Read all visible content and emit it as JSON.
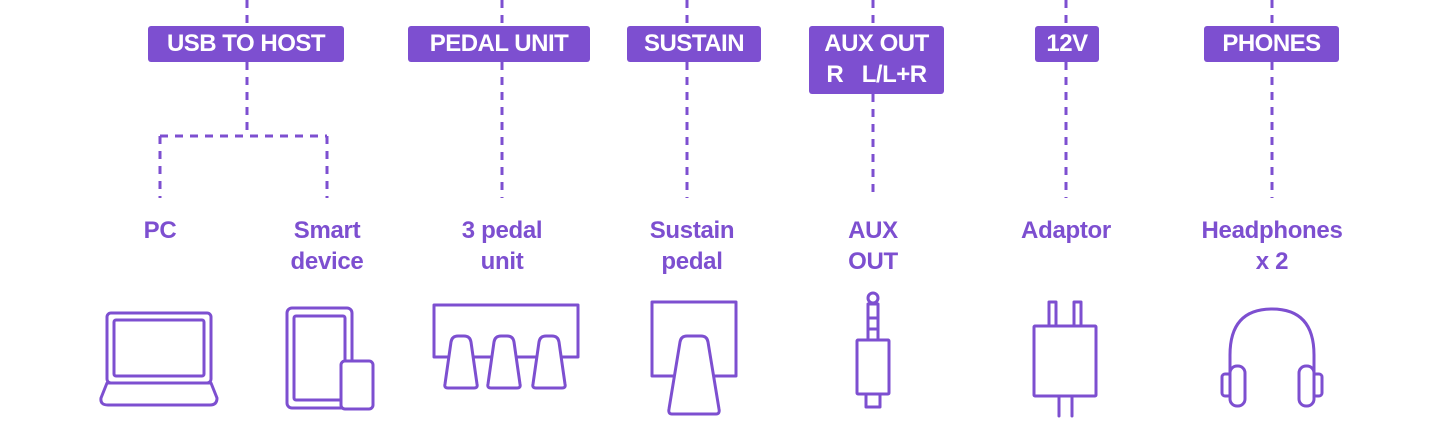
{
  "colors": {
    "accent": "#7d4fd0",
    "background": "#ffffff",
    "tag_text": "#ffffff"
  },
  "ports": {
    "usb_to_host": "USB TO HOST",
    "pedal_unit": "PEDAL UNIT",
    "sustain": "SUSTAIN",
    "aux_out_line1": "AUX OUT",
    "aux_out_line2": "R   L/L+R",
    "dc_12v": "12V",
    "phones": "PHONES"
  },
  "devices": {
    "pc": "PC",
    "smart_device_line1": "Smart",
    "smart_device_line2": "device",
    "pedal_unit_line1": "3 pedal",
    "pedal_unit_line2": "unit",
    "sustain_line1": "Sustain",
    "sustain_line2": "pedal",
    "aux_line1": "AUX",
    "aux_line2": "OUT",
    "adaptor": "Adaptor",
    "headphones_line1": "Headphones",
    "headphones_line2": "x 2"
  },
  "icons": {
    "pc": "laptop-icon",
    "smart_device": "tablet-phone-icon",
    "pedal_unit": "three-pedal-unit-icon",
    "sustain": "sustain-pedal-icon",
    "aux": "audio-jack-plug-icon",
    "adaptor": "power-adaptor-icon",
    "headphones": "headphones-icon"
  }
}
